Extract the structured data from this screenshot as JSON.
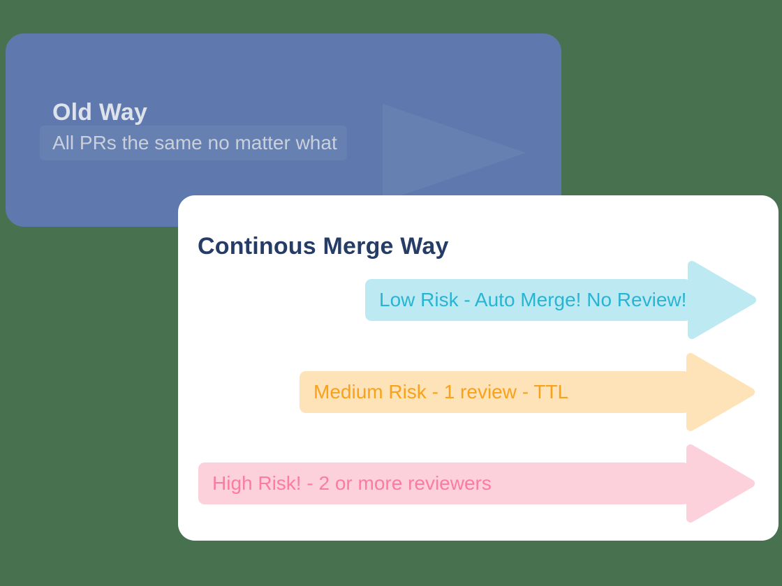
{
  "page": {
    "background_color": "#47714F"
  },
  "old_way_card": {
    "title": "Old Way",
    "subtitle": "All PRs the same no matter what",
    "bg_color": "#5F79AE",
    "title_color": "#DDE2EB",
    "subtitle_color": "#C9D0DB"
  },
  "cm_card": {
    "title": "Continous Merge Way",
    "title_color": "#253C66",
    "bg_color": "#FFFFFF",
    "arrows": [
      {
        "label": "Low Risk - Auto Merge! No Review!",
        "body_color": "#BCE9F2",
        "text_color": "#29B4D3"
      },
      {
        "label": "Medium Risk - 1 review - TTL",
        "body_color": "#FDE3B7",
        "text_color": "#F9A11B"
      },
      {
        "label": "High Risk! - 2 or more reviewers",
        "body_color": "#FDD1DB",
        "text_color": "#FA7CA0"
      }
    ]
  }
}
